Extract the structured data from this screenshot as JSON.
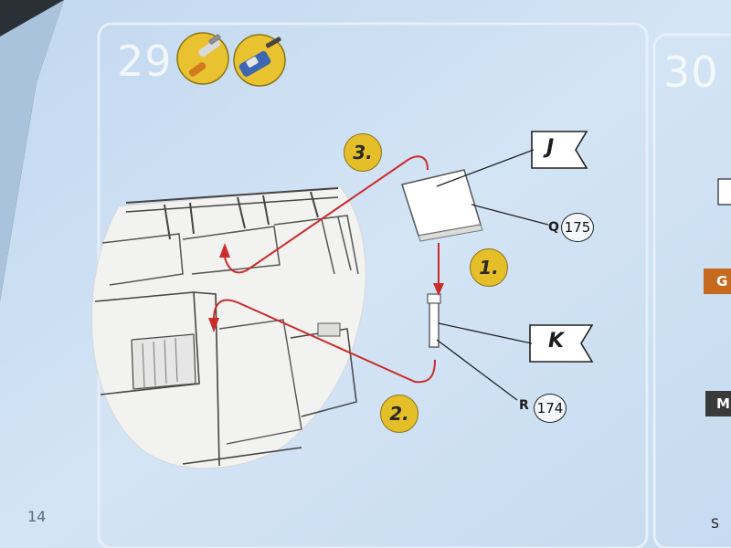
{
  "page": {
    "number": "14"
  },
  "steps": {
    "current": "29",
    "next": "30"
  },
  "sequence": {
    "one": "1.",
    "two": "2.",
    "three": "3."
  },
  "flags": {
    "j": "J",
    "k": "K"
  },
  "parts": {
    "q": {
      "letter": "Q",
      "number": "175"
    },
    "r": {
      "letter": "R",
      "number": "174"
    }
  },
  "next_column": {
    "badge_g": "G",
    "badge_m": "M",
    "footer_letter": "S"
  },
  "icons": [
    "paint-brush-icon",
    "glue-icon"
  ],
  "colors": {
    "page_blue": "#cfe1f3",
    "arrow_red": "#c92c2a",
    "badge_yellow": "#e4bf2a",
    "badge_orange": "#c56a1e"
  }
}
